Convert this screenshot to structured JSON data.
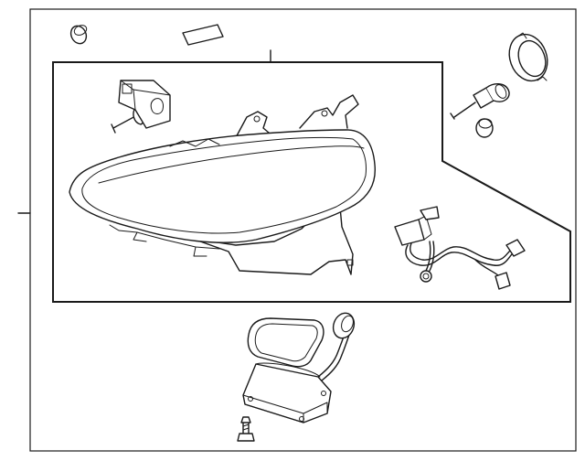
{
  "diagram": {
    "parts": [
      {
        "id": "headlamp-assembly",
        "label": ""
      },
      {
        "id": "leveling-motor",
        "label": ""
      },
      {
        "id": "bulb",
        "label": ""
      },
      {
        "id": "socket-cap",
        "label": ""
      },
      {
        "id": "wiring-harness",
        "label": ""
      },
      {
        "id": "ballast-gasket",
        "label": ""
      },
      {
        "id": "ballast-module",
        "label": ""
      },
      {
        "id": "mounting-bolt",
        "label": ""
      },
      {
        "id": "small-cap",
        "label": ""
      },
      {
        "id": "label-sticker",
        "label": ""
      }
    ]
  }
}
